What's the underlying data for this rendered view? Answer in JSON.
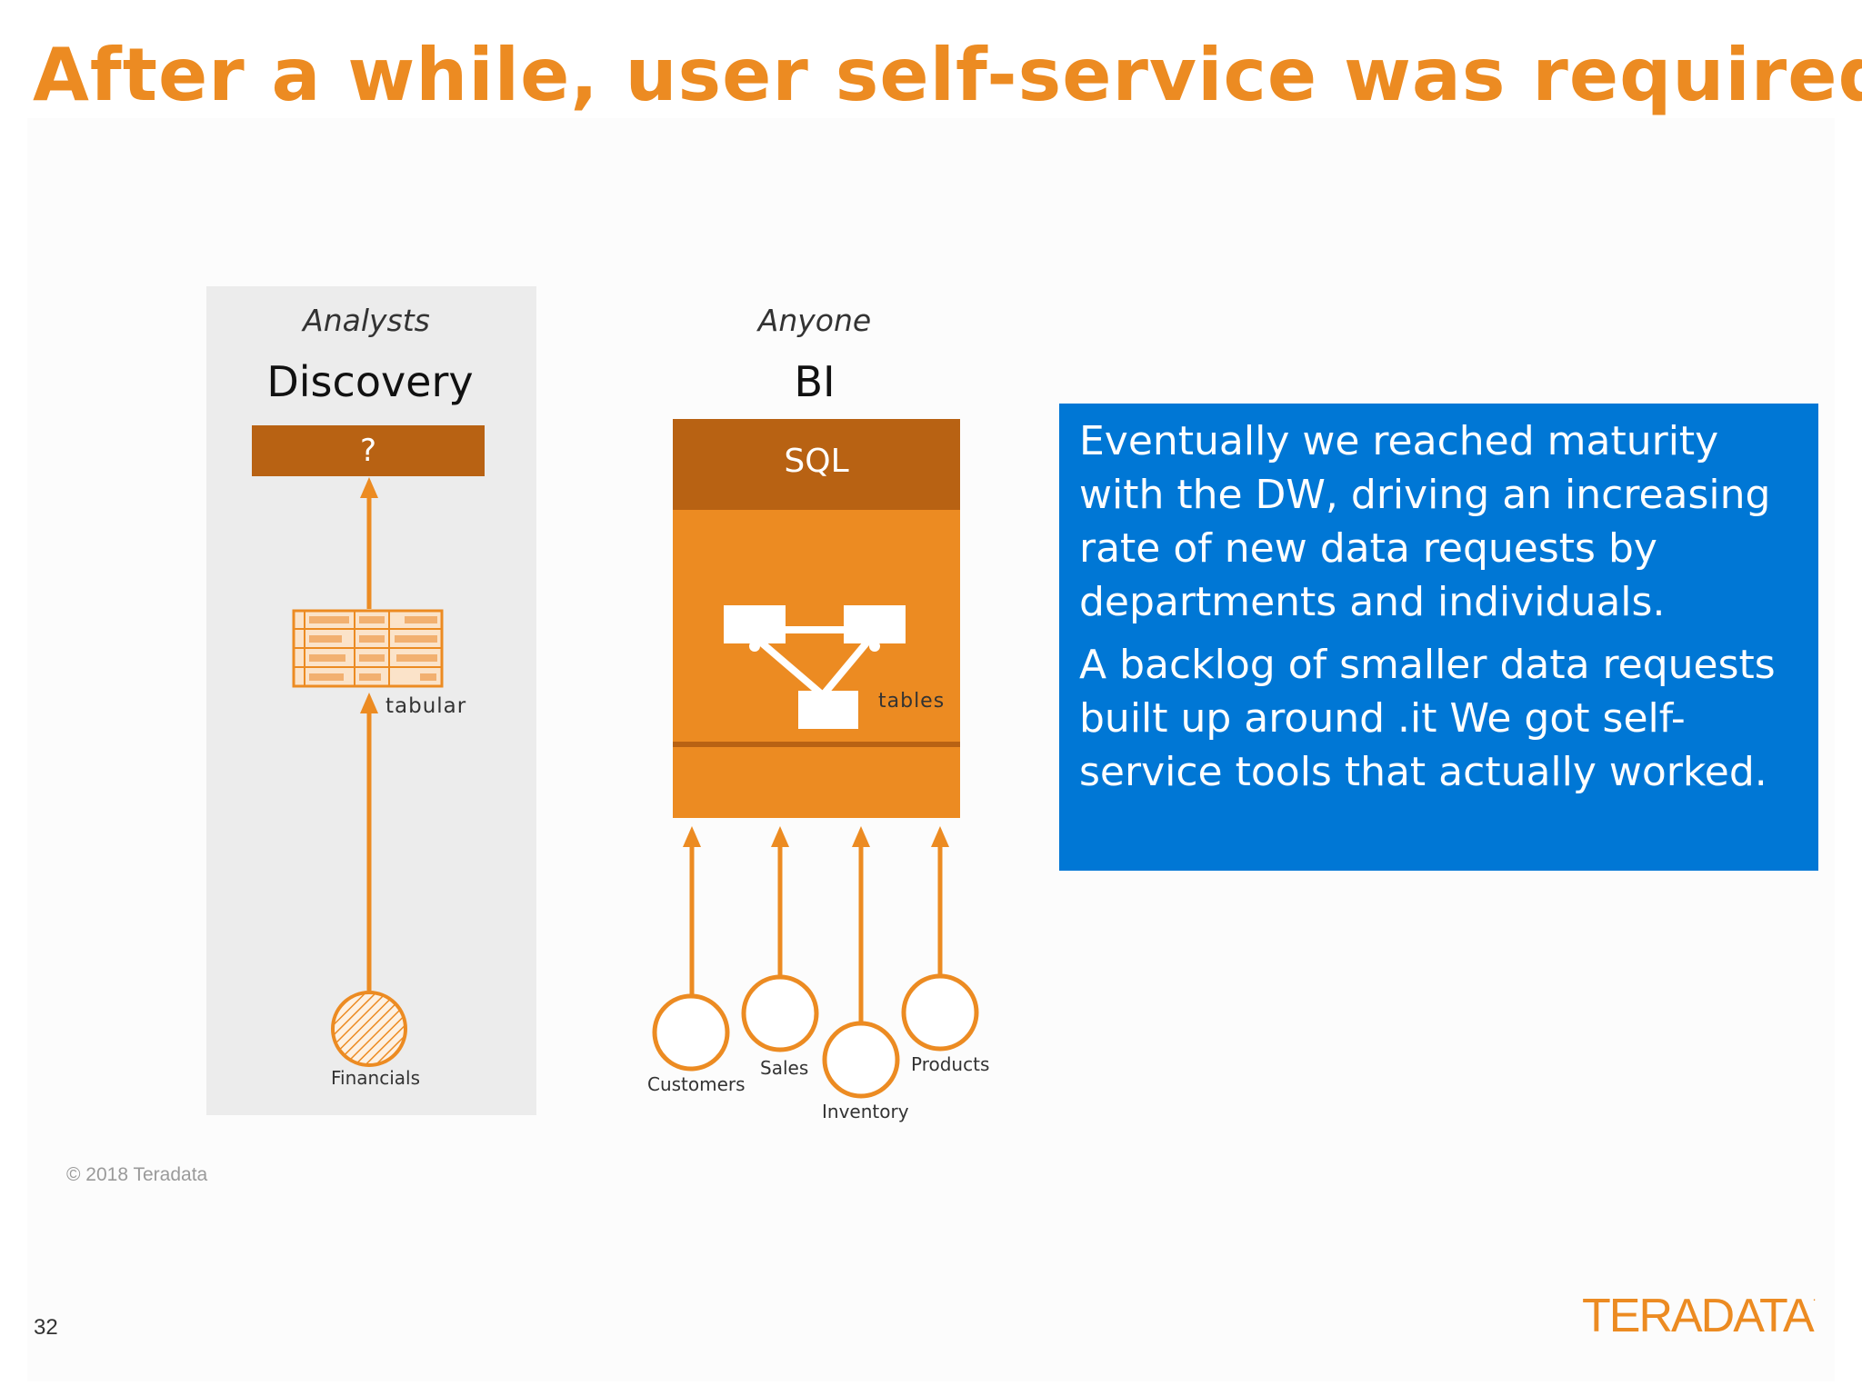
{
  "slide": {
    "title": "After a while, user self-service was required",
    "copyright": "© 2018 Teradata",
    "page_number": "32",
    "logo_text": "TERADATA",
    "logo_reg": "."
  },
  "left_panel": {
    "role": "Analysts",
    "heading": "Discovery",
    "box_label": "?",
    "format_label": "tabular",
    "source_label": "Financials"
  },
  "middle_panel": {
    "role": "Anyone",
    "heading": "BI",
    "box_label": "SQL",
    "inner_label": "tables",
    "sources": [
      "Customers",
      "Sales",
      "Inventory",
      "Products"
    ]
  },
  "callout": {
    "paragraphs": [
      "Eventually we reached maturity with the DW, driving an increasing rate of new data requests by departments and individuals.",
      "A backlog of smaller data requests built up around .it We got self-service tools that actually worked."
    ]
  },
  "colors": {
    "orange": "#ec8b22",
    "dark_orange": "#b86213",
    "blue": "#0077d5"
  }
}
